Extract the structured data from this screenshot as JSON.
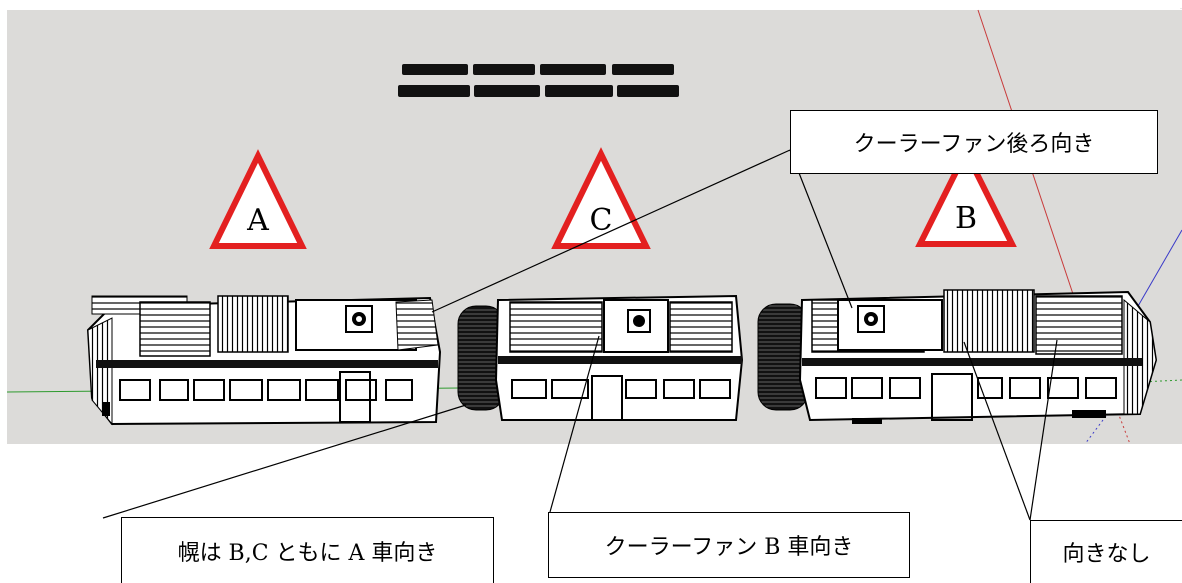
{
  "viewport": {
    "background_color": "#dcdbd9",
    "axis_colors": {
      "red": "#c83a3a",
      "green": "#2e9a2e",
      "blue": "#3a3ac8"
    },
    "title_blur_text": "■■■ ■■■■ ■■■■ ■■■"
  },
  "cars": [
    {
      "id": "A",
      "label": "A"
    },
    {
      "id": "C",
      "label": "C"
    },
    {
      "id": "B",
      "label": "B"
    }
  ],
  "markers": {
    "stroke_color": "#e32020"
  },
  "callouts": {
    "cooler_fan_rear": "クーラーファン後ろ向き",
    "hood_direction": "幌は B,C ともに A 車向き",
    "cooler_fan_b": "クーラーファン B 車向き",
    "no_direction": "向きなし"
  }
}
